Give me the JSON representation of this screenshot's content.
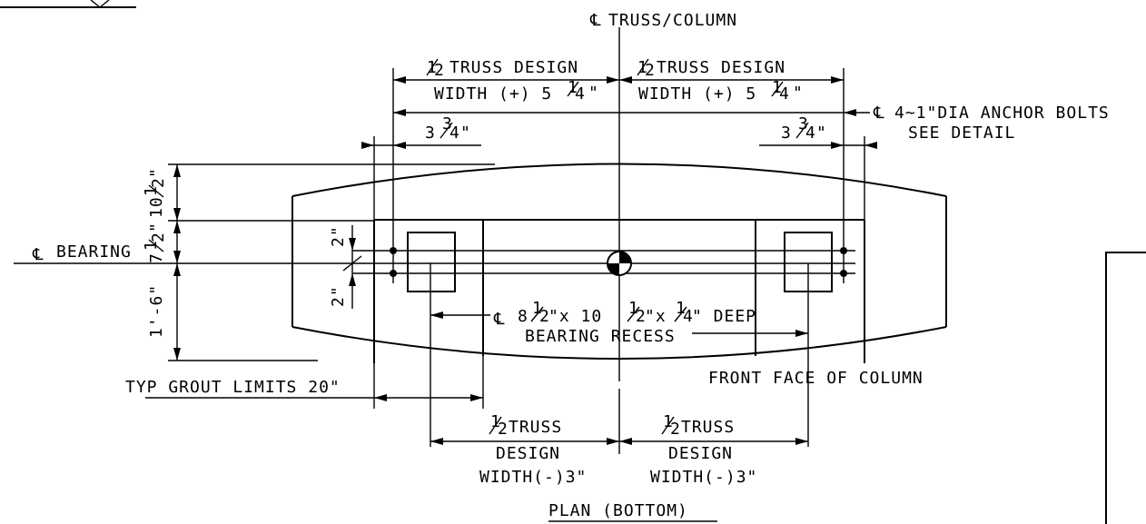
{
  "drawing": {
    "title": "PLAN (BOTTOM)",
    "labels": {
      "centerline_truss_column": "TRUSS/COLUMN",
      "half_truss_design_left": "TRUSS DESIGN",
      "half_truss_design_right": "TRUSS DESIGN",
      "width_plus_left": "WIDTH (+) 5",
      "width_plus_right": "WIDTH (+) 5",
      "anchor_bolts": "4~1\"DIA ANCHOR BOLTS",
      "see_detail": "SEE DETAIL",
      "dim_3_3_4_left": "3",
      "dim_3_3_4_right": "3",
      "dim_10_half": "10",
      "dim_7_half": "7",
      "dim_1_6": "1'-6\"",
      "dim_2_top": "2\"",
      "dim_2_bottom": "2\"",
      "bearing": "BEARING",
      "recess_line1": "8",
      "recess_line1b": "\"x 10",
      "recess_line1c": "\"x",
      "recess_line1d": "\" DEEP",
      "recess_line2": "BEARING RECESS",
      "front_face": "FRONT FACE OF COLUMN",
      "grout_limits": "TYP GROUT LIMITS 20\"",
      "lower_left_1": "TRUSS",
      "lower_left_2": "DESIGN",
      "lower_left_3": "WIDTH(-)3\"",
      "lower_right_1": "TRUSS",
      "lower_right_2": "DESIGN",
      "lower_right_3": "WIDTH(-)3\""
    }
  }
}
